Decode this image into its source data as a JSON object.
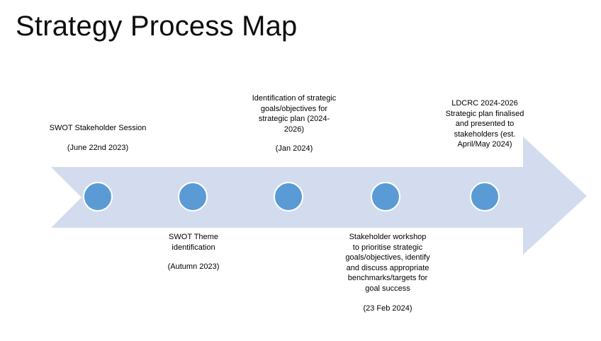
{
  "slide": {
    "title": "Strategy Process Map",
    "background_color": "#ffffff",
    "arrow_fill_color": "#d3dcef",
    "dot_fill_color": "#5b9bd5",
    "dot_outline_color": "#ffffff",
    "title_color": "#0d0d0d"
  },
  "milestones": [
    {
      "index": 1,
      "position": "above",
      "text": "SWOT Stakeholder Session",
      "date": "(June 22nd 2023)"
    },
    {
      "index": 2,
      "position": "below",
      "text": "SWOT Theme identification",
      "date": "(Autumn 2023)"
    },
    {
      "index": 3,
      "position": "above",
      "text": "Identification of strategic goals/objectives for strategic plan (2024-2026)",
      "date": "(Jan 2024)"
    },
    {
      "index": 4,
      "position": "below",
      "text": "Stakeholder workshop to prioritise strategic goals/objectives, identify and discuss appropriate benchmarks/targets for goal success",
      "date": "(23 Feb 2024)"
    },
    {
      "index": 5,
      "position": "above",
      "text": "LDCRC 2024-2026 Strategic plan finalised and presented to stakeholders (est. April/May 2024)",
      "date": ""
    }
  ]
}
